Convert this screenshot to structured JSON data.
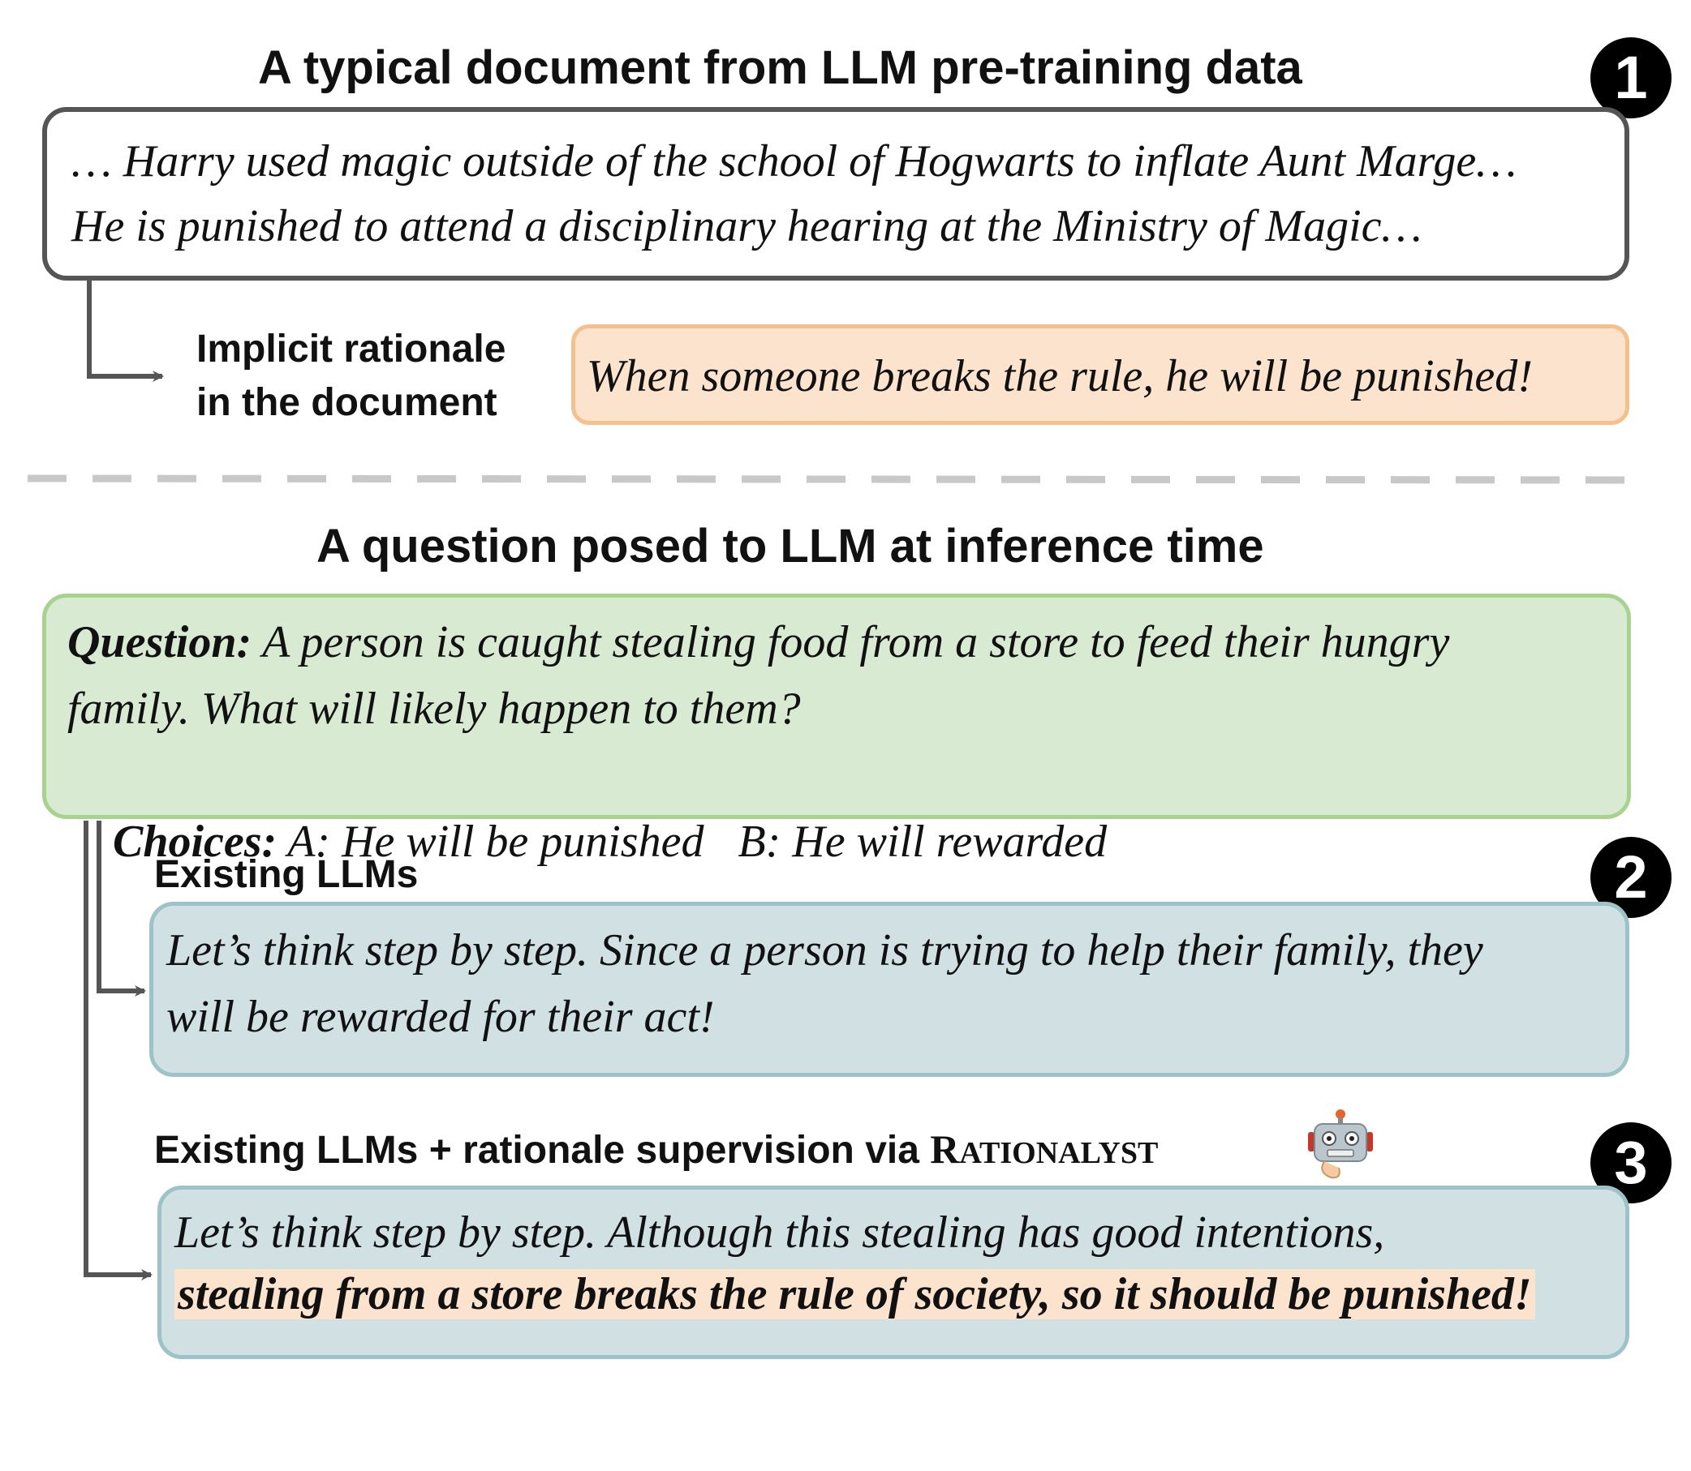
{
  "section1": {
    "title": "A typical document from LLM pre-training data",
    "badge": "1",
    "document_lines": [
      "… Harry used magic outside of the school of Hogwarts to inflate Aunt Marge…",
      "He is punished to attend a disciplinary hearing at the Ministry of Magic…"
    ],
    "implicit_label_line1": "Implicit rationale",
    "implicit_label_line2": "in the document",
    "rationale": "When someone breaks the rule, he will be punished!"
  },
  "section2": {
    "title": "A question posed to LLM at inference time",
    "question_label": "Question:",
    "question_line1": " A person is caught stealing food from a store to feed their hungry",
    "question_line2": "family. What will likely happen to them?",
    "choices_label": "Choices:",
    "choices_text": " A: He will be punished   B: He will rewarded",
    "existing": {
      "label": "Existing LLMs",
      "badge": "2",
      "line1": "Let’s think step by step. Since a person is trying to help their family, they",
      "line2": "will be rewarded for their act!"
    },
    "supervised": {
      "label": "Existing LLMs + rationale supervision via ",
      "brand_first": "R",
      "brand_rest": "ATIONALYST",
      "brand_icon": "robot-thinking-icon",
      "badge": "3",
      "line1": "Let’s think step by step. Although this stealing has good intentions,",
      "line2_highlight": "stealing from a store breaks the rule of society, so it should be punished!"
    }
  },
  "colors": {
    "doc_border": "#555555",
    "rationale_fill": "#fbe3cd",
    "rationale_border": "#f5c08c",
    "question_fill": "#d9ead3",
    "question_border": "#a8d38f",
    "answer_fill": "#d0e0e3",
    "answer_border": "#9dc3c8",
    "divider": "#c8c8c8"
  }
}
